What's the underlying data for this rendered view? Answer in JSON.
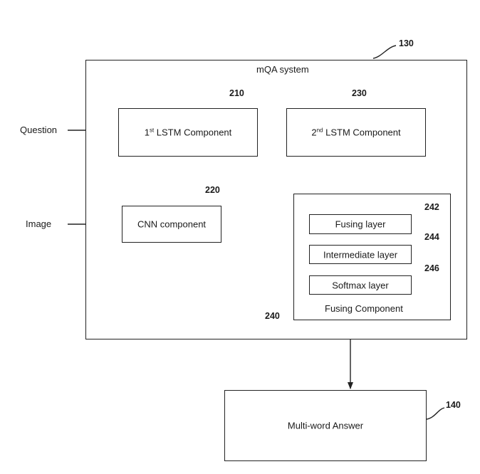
{
  "system": {
    "title": "mQA system",
    "ref": "130"
  },
  "inputs": {
    "question": "Question",
    "image": "Image"
  },
  "lstm1": {
    "prefix": "1",
    "sup": "st",
    "suffix": " LSTM Component",
    "ref": "210"
  },
  "lstm2": {
    "prefix": "2",
    "sup": "nd",
    "suffix": " LSTM Component",
    "ref": "230"
  },
  "cnn": {
    "label": "CNN component",
    "ref": "220"
  },
  "fusing_component": {
    "label": "Fusing Component",
    "ref": "240",
    "layers": [
      {
        "label": "Fusing layer",
        "ref": "242"
      },
      {
        "label": "Intermediate layer",
        "ref": "244"
      },
      {
        "label": "Softmax layer",
        "ref": "246"
      }
    ]
  },
  "answer": {
    "label": "Multi-word Answer",
    "ref": "140"
  }
}
